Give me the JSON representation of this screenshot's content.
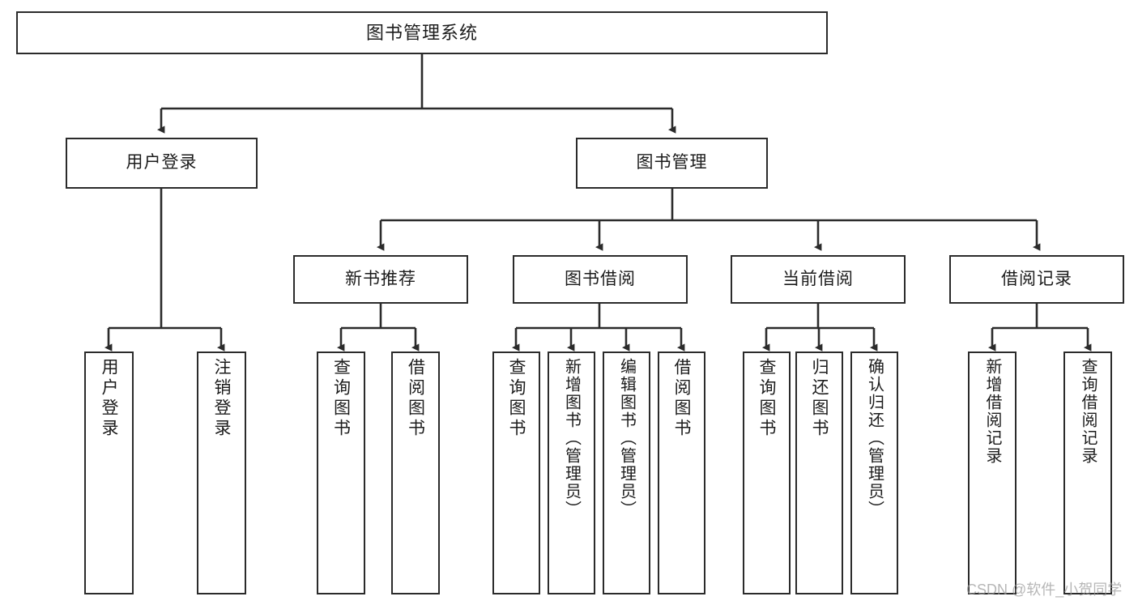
{
  "diagram": {
    "title": "图书管理系统",
    "watermark": "CSDN @软件_小贺同学",
    "colors": {
      "box_border": "#2b2b2b",
      "box_fill": "#ffffff",
      "edge": "#2b2b2b",
      "text": "#1c1c1c",
      "watermark": "#9a9a9a",
      "background": "#ffffff"
    },
    "nodes": {
      "root": {
        "label": "图书管理系统"
      },
      "level2": [
        {
          "label": "用户登录"
        },
        {
          "label": "图书管理"
        }
      ],
      "level3": [
        {
          "label": "新书推荐"
        },
        {
          "label": "图书借阅"
        },
        {
          "label": "当前借阅"
        },
        {
          "label": "借阅记录"
        }
      ],
      "leaves": {
        "user_login": [
          {
            "label": "用户登录"
          },
          {
            "label": "注销登录"
          }
        ],
        "new_book_rec": [
          {
            "label": "查询图书"
          },
          {
            "label": "借阅图书"
          }
        ],
        "book_borrow": [
          {
            "label": "查询图书"
          },
          {
            "label": "新增图书（管理员）"
          },
          {
            "label": "编辑图书（管理员）"
          },
          {
            "label": "借阅图书"
          }
        ],
        "current_borrow": [
          {
            "label": "查询图书"
          },
          {
            "label": "归还图书"
          },
          {
            "label": "确认归还（管理员）"
          }
        ],
        "borrow_record": [
          {
            "label": "新增借阅记录"
          },
          {
            "label": "查询借阅记录"
          }
        ]
      }
    }
  }
}
